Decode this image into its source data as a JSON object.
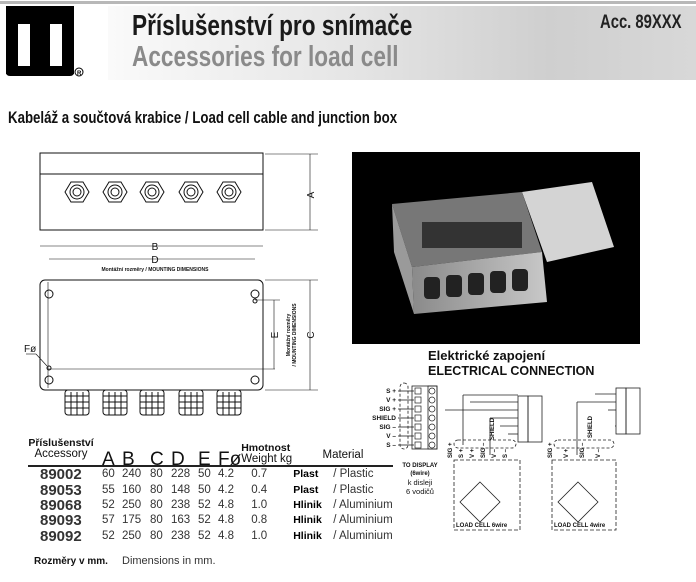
{
  "header": {
    "title_cz": "Příslušenství pro snímače",
    "title_en": "Accessories for load cell",
    "code": "Acc. 89XXX",
    "logo_text": "T ®"
  },
  "section": {
    "title": "Kabeláž a součtová krabice / Load cell cable and junction box"
  },
  "drawing": {
    "dim_a": "A",
    "dim_b": "B",
    "dim_c": "C",
    "dim_d": "D",
    "dim_e": "E",
    "dim_f": "Fø",
    "mounting_horizontal": "Montážní rozměry / MOUNTING DIMENSIONS",
    "mounting_vertical_cz": "Montážní rozměry",
    "mounting_vertical_en": "/ MOUNTING DIMENSIONS"
  },
  "electrical": {
    "title_cz": "Elektrické zapojení",
    "title_en": "ELECTRICAL CONNECTION",
    "terminals": [
      "S +",
      "V +",
      "SIG +",
      "SHIELD",
      "SIG –",
      "V –",
      "S –"
    ],
    "to_display": "TO DISPLAY",
    "six_wire": "(6wire)",
    "note_cz_1": "k disleji",
    "note_cz_2": "6 vodičů",
    "shield": "SHIELD",
    "wires_6": [
      "SIG +",
      "S +",
      "V +",
      "SIG –",
      "V –",
      "S –"
    ],
    "wires_4": [
      "SIG +",
      "V +",
      "SIG –",
      "V –"
    ],
    "load_cell_6": "LOAD CELL 6wire",
    "load_cell_4": "LOAD CELL 4wire"
  },
  "table": {
    "headers": {
      "accessory_cz": "Příslušenství",
      "accessory_en": "Accessory",
      "a": "A",
      "b": "B",
      "c": "C",
      "d": "D",
      "e": "E",
      "f": "Fø",
      "weight_cz": "Hmotnost",
      "weight_en": "Weight kg",
      "material": "Material"
    },
    "rows": [
      {
        "code": "89002",
        "a": "60",
        "b": "240",
        "c": "80",
        "d": "228",
        "e": "50",
        "f": "4.2",
        "weight": "0.7",
        "mat_cz": "Plast",
        "mat_en": "/ Plastic"
      },
      {
        "code": "89053",
        "a": "55",
        "b": "160",
        "c": "80",
        "d": "148",
        "e": "50",
        "f": "4.2",
        "weight": "0.4",
        "mat_cz": "Plast",
        "mat_en": "/ Plastic"
      },
      {
        "code": "89068",
        "a": "52",
        "b": "250",
        "c": "80",
        "d": "238",
        "e": "52",
        "f": "4.8",
        "weight": "1.0",
        "mat_cz": "Hlinik",
        "mat_en": "/ Aluminium"
      },
      {
        "code": "89093",
        "a": "57",
        "b": "175",
        "c": "80",
        "d": "163",
        "e": "52",
        "f": "4.8",
        "weight": "0.8",
        "mat_cz": "Hlinik",
        "mat_en": "/ Aluminium"
      },
      {
        "code": "89092",
        "a": "52",
        "b": "250",
        "c": "80",
        "d": "238",
        "e": "52",
        "f": "4.8",
        "weight": "1.0",
        "mat_cz": "Hlinik",
        "mat_en": "/ Aluminium"
      }
    ],
    "footer_cz": "Rozměry v mm.",
    "footer_en": "Dimensions in mm."
  }
}
